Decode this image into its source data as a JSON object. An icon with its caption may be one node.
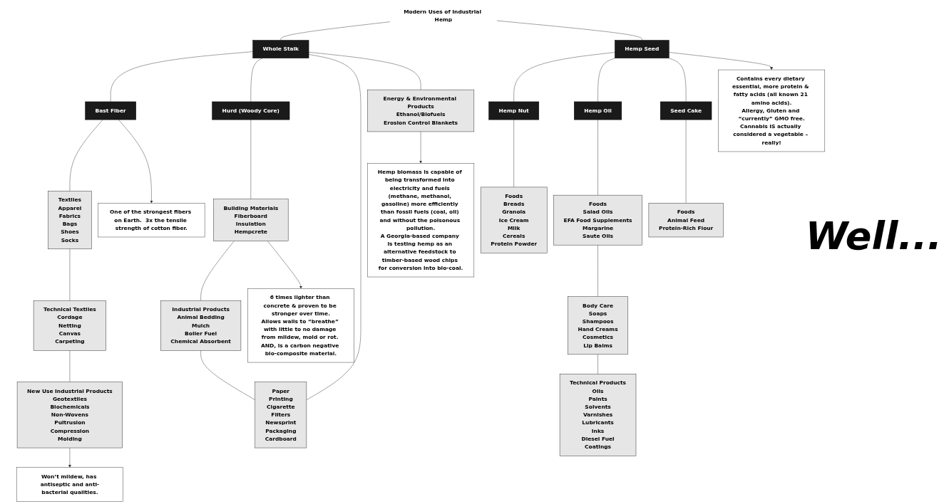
{
  "diagram": {
    "nodes": [
      {
        "text": [
          "Modern Uses of Industrial Hemp"
        ]
      },
      {
        "text": [
          "Whole Stalk"
        ]
      },
      {
        "text": [
          "Hemp Seed"
        ]
      },
      {
        "text": [
          "Bast Fiber"
        ]
      },
      {
        "text": [
          "Hurd (Woody Core)"
        ]
      },
      {
        "text": [
          "Hemp Nut"
        ]
      },
      {
        "text": [
          "Hemp Oil"
        ]
      },
      {
        "text": [
          "Seed Cake"
        ]
      },
      {
        "text": [
          "Textiles",
          "Apparel",
          "Fabrics",
          "Bags",
          "Shoes",
          "Socks"
        ]
      },
      {
        "text": [
          "Technical Textiles",
          "Cordage",
          "Netting",
          "Canvas",
          "Carpeting"
        ]
      },
      {
        "text": [
          "New Use Industrial Products",
          "Geotextiles",
          "Biochemicals",
          "Non-Wovens",
          "Pultrusion",
          "Compression",
          "Molding"
        ]
      },
      {
        "text": [
          "Building Materials",
          "Fiberboard",
          "Insulation",
          "Hempcrete"
        ]
      },
      {
        "text": [
          "Industrial Products",
          "Animal Bedding",
          "Mulch",
          "Boiler Fuel",
          "Chemical Absorbent"
        ]
      },
      {
        "text": [
          "Paper",
          "Printing",
          "Cigarette",
          "Filters",
          "Newsprint",
          "Packaging",
          "Cardboard"
        ]
      },
      {
        "text": [
          "Foods",
          "Breads",
          "Granola",
          "Ice Cream",
          "Milk",
          "Cereals",
          "Protein Powder"
        ]
      },
      {
        "text": [
          "Foods",
          "Animal Feed",
          "Protein-Rich Flour"
        ]
      },
      {
        "text": [
          "Energy & Environmental Products",
          "Ethanol/Biofuels",
          "Erosion Control Blankets"
        ]
      },
      {
        "text": [
          "Foods",
          "Salad Oils",
          "EFA Food Supplements",
          "Margarine",
          "Saute Oils"
        ]
      },
      {
        "text": [
          "Body Care",
          "Soaps",
          "Shampoos",
          "Hand Creams",
          "Cosmetics",
          "Lip Balms"
        ]
      },
      {
        "text": [
          "Technical Products",
          "Oils",
          "Paints",
          "Solvents",
          "Varnishes",
          "Lubricants",
          "Inks",
          "Diesel Fuel",
          "Coatings"
        ]
      },
      {
        "text": [
          "One of the strongest fibers on Earth.  3x the tensile strength of cotton fiber."
        ]
      },
      {
        "text": [
          "Contains every dietary essential, more protein & fatty acids (all known 21 amino acids).",
          "Allergy, Gluten and “currently” GMO free.",
          "Cannabis IS actually considered a vegetable – really!"
        ]
      },
      {
        "text": [
          "6 times lighter than concrete & proven to be stronger over time.",
          "Allows walls to “breathe” with little to no damage from mildew, mold or rot. AND, is a carbon negative bio-composite material."
        ]
      },
      {
        "text": [
          "Hemp biomass is capable of being transformed into electricity and fuels (methane, methanol, gasoline) more efficiently than fossil fuels (coal, oil) and without the poisonous pollution.",
          "A Georgia-based company is testing hemp as an alternative feedstock to timber-based wood chips for conversion into bio-coal."
        ]
      },
      {
        "text": [
          "Won’t mildew, has antiseptic and anti-bacterial qualities."
        ]
      }
    ],
    "edges": [
      {
        "from": 0,
        "to": 1,
        "arrow": "none"
      },
      {
        "from": 0,
        "to": 2,
        "arrow": "none"
      },
      {
        "from": 1,
        "to": 3,
        "arrow": "none"
      },
      {
        "from": 1,
        "to": 4,
        "arrow": "none"
      },
      {
        "from": 1,
        "to": 13,
        "arrow": "none"
      },
      {
        "from": 1,
        "to": 16,
        "arrow": "none"
      },
      {
        "from": 2,
        "to": 5,
        "arrow": "none"
      },
      {
        "from": 2,
        "to": 6,
        "arrow": "none"
      },
      {
        "from": 2,
        "to": 7,
        "arrow": "none"
      },
      {
        "from": 3,
        "to": 8,
        "arrow": "none"
      },
      {
        "from": 8,
        "to": 9,
        "arrow": "none"
      },
      {
        "from": 9,
        "to": 10,
        "arrow": "none"
      },
      {
        "from": 4,
        "to": 11,
        "arrow": "none"
      },
      {
        "from": 11,
        "to": 12,
        "arrow": "none"
      },
      {
        "from": 12,
        "to": 13,
        "arrow": "none"
      },
      {
        "from": 5,
        "to": 14,
        "arrow": "none"
      },
      {
        "from": 7,
        "to": 15,
        "arrow": "none"
      },
      {
        "from": 6,
        "to": 17,
        "arrow": "none"
      },
      {
        "from": 17,
        "to": 18,
        "arrow": "none"
      },
      {
        "from": 18,
        "to": 19,
        "arrow": "none"
      },
      {
        "from": 3,
        "to": 20,
        "arrow": "to"
      },
      {
        "from": 2,
        "to": 21,
        "arrow": "to"
      },
      {
        "from": 11,
        "to": 22,
        "arrow": "to"
      },
      {
        "from": 16,
        "to": 23,
        "arrow": "to"
      },
      {
        "from": 10,
        "to": 24,
        "arrow": "to"
      }
    ],
    "labels": [
      "Well..."
    ]
  }
}
